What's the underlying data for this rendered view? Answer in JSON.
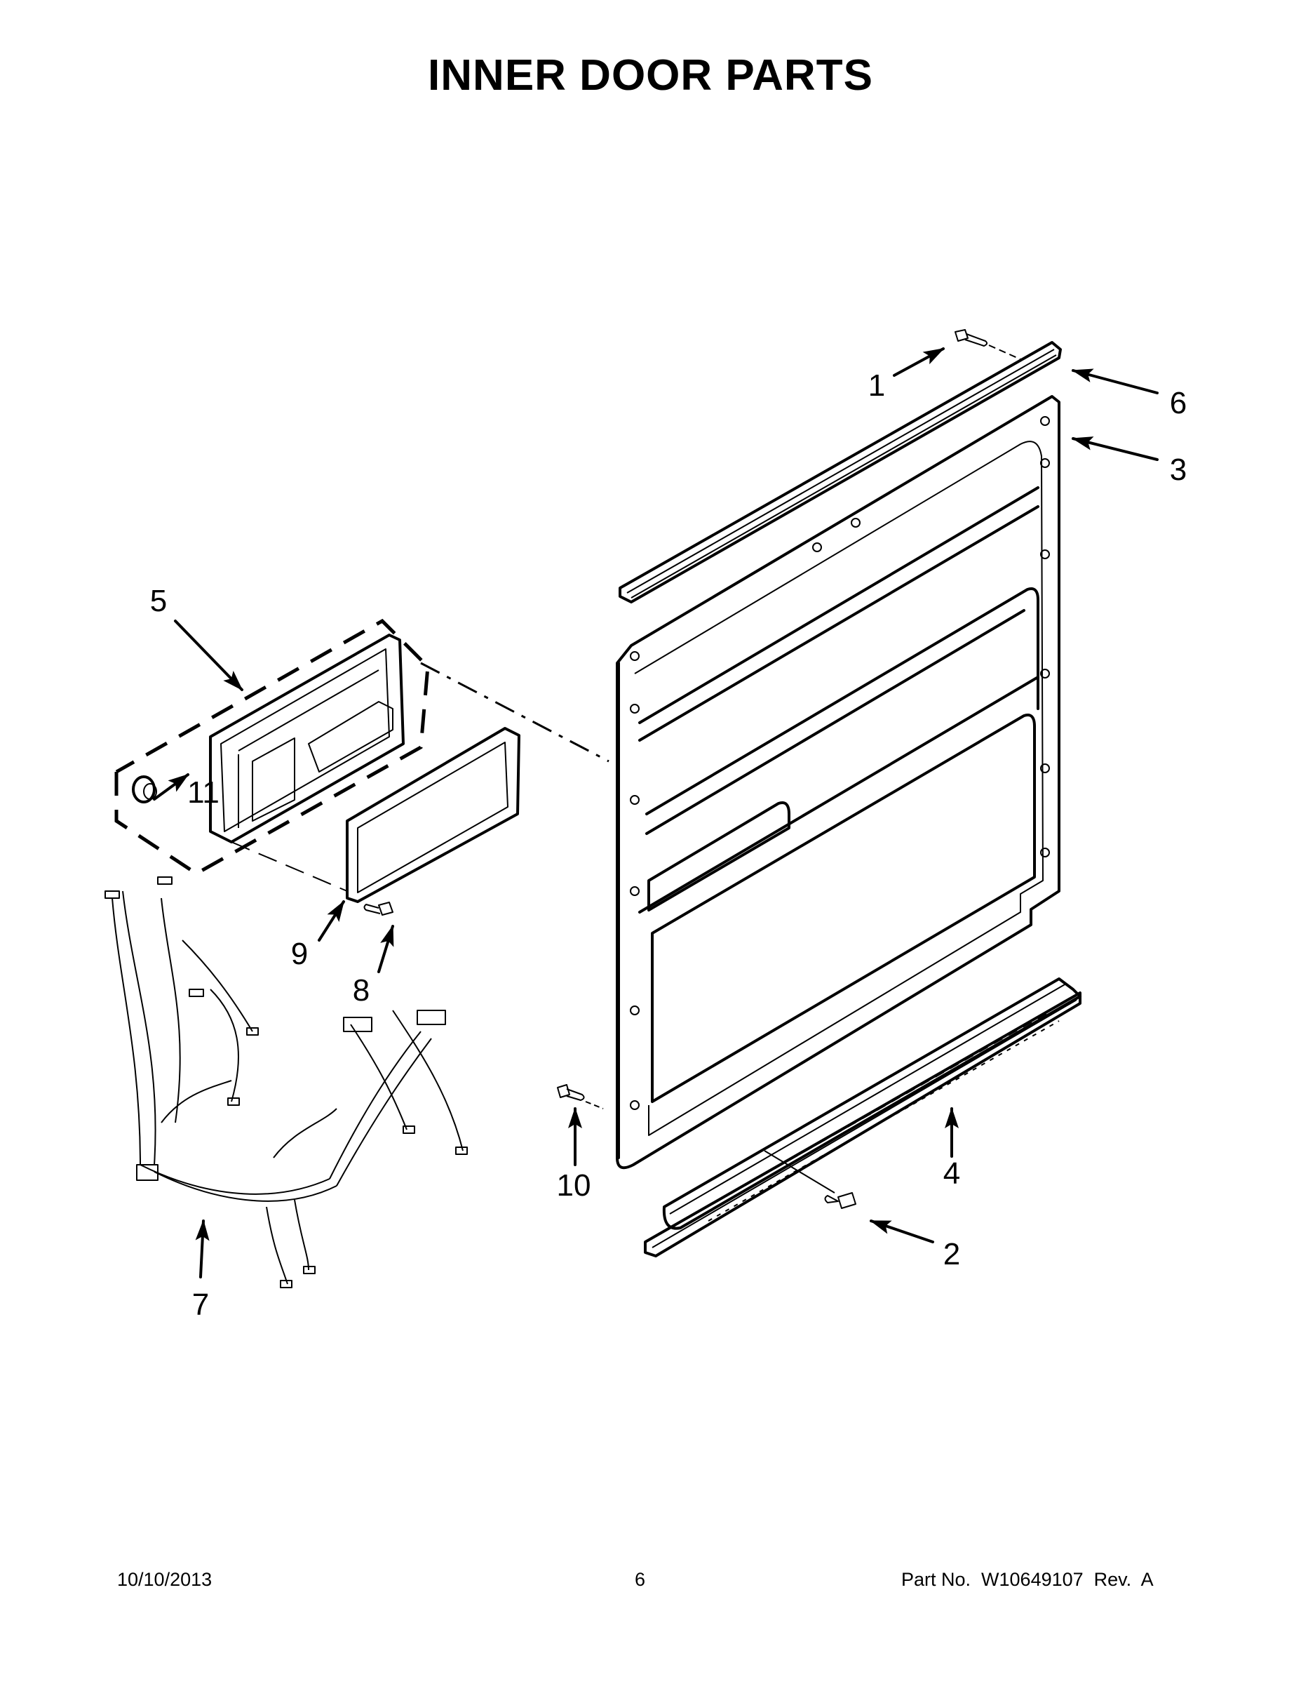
{
  "page": {
    "title": "INNER DOOR PARTS",
    "footer": {
      "date": "10/10/2013",
      "page_number": "6",
      "part_number": "Part No.  W10649107  Rev.  A"
    }
  },
  "diagram": {
    "parts": [
      {
        "callout": "1",
        "name": "screw-top"
      },
      {
        "callout": "2",
        "name": "screw-bottom-vent"
      },
      {
        "callout": "3",
        "name": "inner-door-panel"
      },
      {
        "callout": "4",
        "name": "bottom-vent-trim"
      },
      {
        "callout": "5",
        "name": "control-module-assembly"
      },
      {
        "callout": "6",
        "name": "top-door-trim-strip"
      },
      {
        "callout": "7",
        "name": "wiring-harness"
      },
      {
        "callout": "8",
        "name": "screw-cover"
      },
      {
        "callout": "9",
        "name": "control-cover-gasket"
      },
      {
        "callout": "10",
        "name": "screw-side"
      },
      {
        "callout": "11",
        "name": "knob-nut"
      }
    ],
    "labels": {
      "c1": "1",
      "c2": "2",
      "c3": "3",
      "c4": "4",
      "c5": "5",
      "c6": "6",
      "c7": "7",
      "c8": "8",
      "c9": "9",
      "c10": "10",
      "c11": "11"
    }
  }
}
